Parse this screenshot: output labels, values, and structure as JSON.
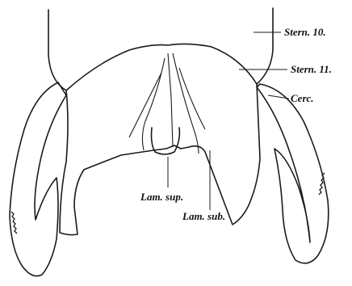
{
  "labels": {
    "stern10": "Stern. 10.",
    "stern11": "Stern. 11.",
    "cerc": "Cerc.",
    "lam_sup": "Lam. sup.",
    "lam_sub": "Lam. sub."
  }
}
